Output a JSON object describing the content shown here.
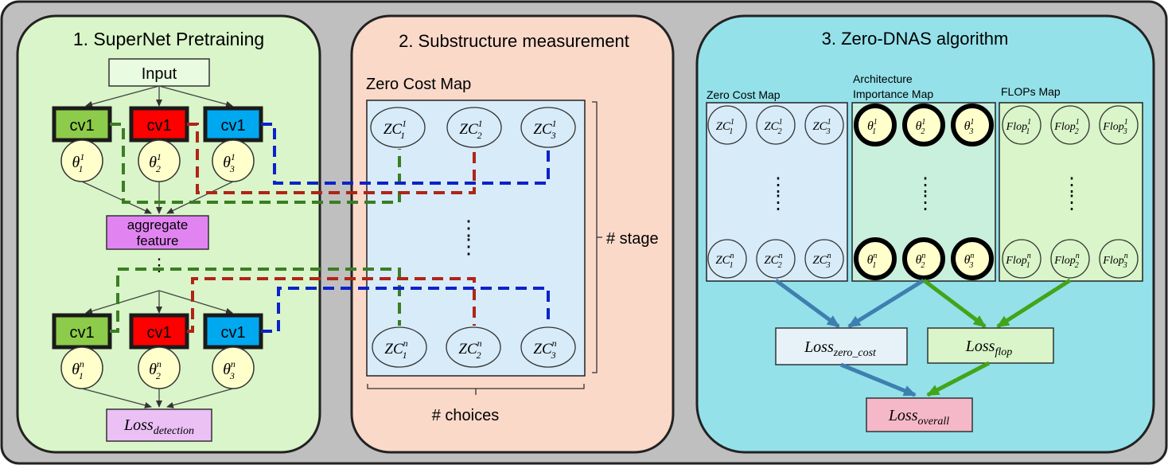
{
  "panels": {
    "p1_title": "1. SuperNet Pretraining",
    "p2_title": "2. Substructure measurement",
    "p3_title": "3. Zero-DNAS algorithm"
  },
  "supernet": {
    "input": "Input",
    "conv_label": "cv1",
    "aggregate_line1": "aggregate",
    "aggregate_line2": "feature",
    "theta_base": "θ",
    "theta_top_sup": "1",
    "theta_bottom_sup": "n",
    "sub_1": "1",
    "sub_2": "2",
    "sub_3": "3",
    "loss_base": "Loss",
    "loss_sub": "detection",
    "vdots": "⋮"
  },
  "zero_cost_map": {
    "label": "Zero Cost Map",
    "zc_base": "ZC",
    "stage_label": "# stage",
    "choices_label": "# choices",
    "vdots": "⋮"
  },
  "zero_dnas": {
    "zc_map_label": "Zero Cost Map",
    "arch_label_line1": "Architecture",
    "arch_label_line2": "Importance Map",
    "flops_label": "FLOPs Map",
    "flop_base": "Flop",
    "loss_base": "Loss",
    "loss_zero_cost_sub": "zero_cost",
    "loss_flop_sub": "flop",
    "loss_overall_sub": "overall",
    "vdots": "⋮"
  },
  "colors": {
    "outer_bg": "#bfbfbf",
    "panel1_bg": "#d9f5c9",
    "panel2_bg": "#fbd9c9",
    "panel3_bg": "#94e1ea",
    "green": "#8dcb4a",
    "red": "#ff0000",
    "blue": "#00a8f0",
    "theta_fill": "#ffffcc",
    "aggregate_fill": "#e184f2",
    "loss_det_fill": "#ebc0f5",
    "map_blue": "#d7ebf8",
    "map_green": "#c9efdd",
    "map_flops": "#d9f5c9",
    "loss_overall_fill": "#f5b8c8",
    "dash_green": "#3b7d23",
    "dash_red": "#b02418",
    "dash_blue": "#0d22c8",
    "arrow_blue": "#3f7fb0",
    "arrow_green": "#43a418"
  }
}
